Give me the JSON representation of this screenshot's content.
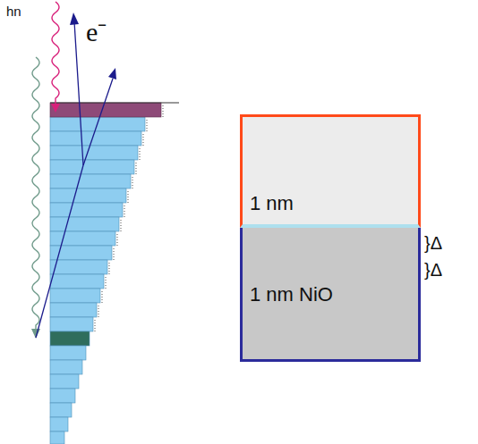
{
  "diagram": {
    "nodes": [
      {
        "text": [
          "1 nm"
        ]
      },
      {
        "text": [
          "1 nm NiO"
        ]
      }
    ],
    "labels": [
      "hn",
      "e⁻",
      "}Δ",
      "}Δ"
    ]
  }
}
